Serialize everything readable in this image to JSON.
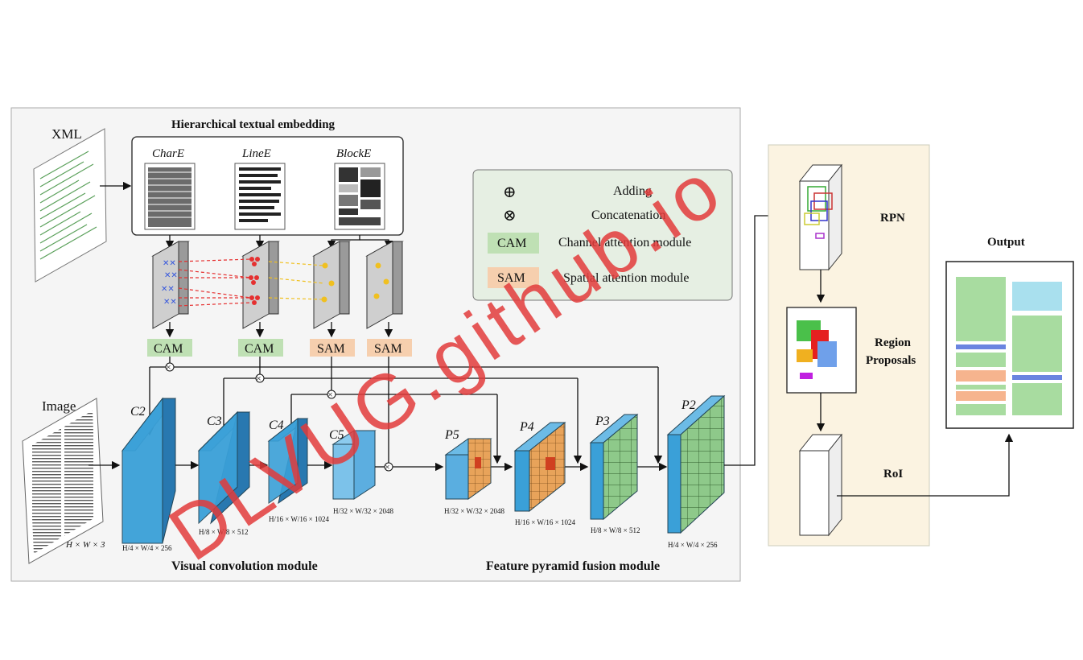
{
  "colors": {
    "panel_bg": "#f5f5f5",
    "legend_bg": "#e6efe3",
    "cam_fill": "#bfe0b4",
    "sam_fill": "#f6cfae",
    "right_panel_bg": "#fbf3e1",
    "cube_blue": "#3aa0d8",
    "grid_orange": "#e8a35a",
    "grid_green": "#8ec98a",
    "watermark": "#e23b3b"
  },
  "inputs": {
    "xml_label": "XML",
    "image_label": "Image",
    "image_dims": "H × W × 3"
  },
  "embedding": {
    "title": "Hierarchical textual embedding",
    "char": "CharE",
    "line": "LineE",
    "block": "BlockE"
  },
  "attention": {
    "cam": "CAM",
    "sam": "SAM"
  },
  "legend": {
    "adding_symbol": "⊕",
    "adding": "Adding",
    "concat_symbol": "⊗",
    "concat": "Concatenation",
    "cam_box": "CAM",
    "cam_desc": "Channel attention module",
    "sam_box": "SAM",
    "sam_desc": "Spatial attention module"
  },
  "visual": {
    "title": "Visual convolution module",
    "c2": "C2",
    "c3": "C3",
    "c4": "C4",
    "c5": "C5",
    "c2_dims": "H/4 × W/4 × 256",
    "c3_dims": "H/8 × W/8 × 512",
    "c4_dims": "H/16 × W/16 × 1024",
    "c5_dims": "H/32 × W/32 × 2048"
  },
  "pyramid": {
    "title": "Feature pyramid fusion module",
    "p5": "P5",
    "p4": "P4",
    "p3": "P3",
    "p2": "P2",
    "p5_dims": "H/32 × W/32 × 2048",
    "p4_dims": "H/16 × W/16 × 1024",
    "p3_dims": "H/8 × W/8 × 512",
    "p2_dims": "H/4 × W/4 × 256"
  },
  "detection": {
    "rpn": "RPN",
    "region_proposals_1": "Region",
    "region_proposals_2": "Proposals",
    "roi": "RoI",
    "output": "Output"
  },
  "watermark": "DLVUG.github.io"
}
